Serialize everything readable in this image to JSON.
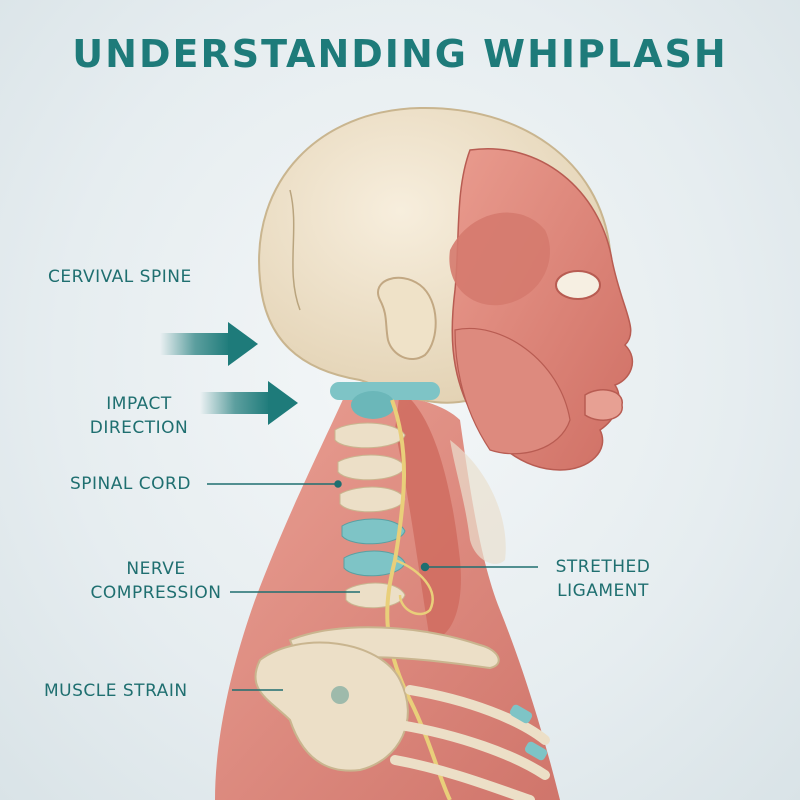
{
  "title": "UNDERSTANDING WHIPLASH",
  "labels": {
    "cervical_spine": "CERVIVAL SPINE",
    "impact_direction_1": "IMPACT",
    "impact_direction_2": "DIRECTION",
    "spinal_cord": "SPINAL CORD",
    "nerve_compression_1": "NERVE",
    "nerve_compression_2": "COMPRESSION",
    "muscle_strain": "MUSCLE STRAIN",
    "stretched_ligament_1": "STRETHED",
    "stretched_ligament_2": "LIGAMENT"
  },
  "colors": {
    "title": "#1e7b7a",
    "label": "#1f6f70",
    "arrow": "#1e7b7a",
    "bone": "#ecdfc7",
    "muscle": "#dc8377",
    "cartilage": "#7ec4c6",
    "nerve": "#e9cf7a"
  }
}
